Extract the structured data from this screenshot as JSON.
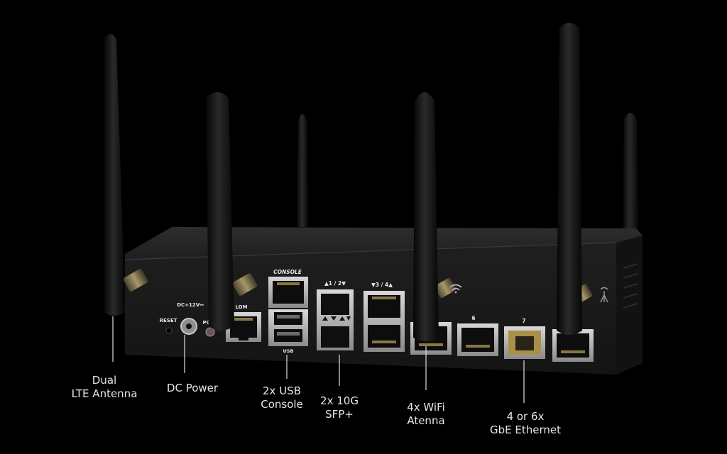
{
  "port_labels": {
    "console": "CONSOLE",
    "lom": "LOM",
    "usb": "USB",
    "reset": "RESET",
    "power": "POWER",
    "dc": "DC+12V⎓",
    "sfp": "▲1 / 2▼",
    "eth34": "▼3 / 4▲",
    "eth6": "6",
    "eth7": "7"
  },
  "callouts": {
    "lte": [
      "Dual",
      "LTE Antenna"
    ],
    "dc": [
      "DC Power"
    ],
    "usb": [
      "2x USB",
      "Console"
    ],
    "sfp": [
      "2x 10G",
      "SFP+"
    ],
    "wifi": [
      "4x WiFi",
      "Atenna"
    ],
    "ethernet": [
      "4 or 6x",
      "GbE Ethernet"
    ]
  },
  "icons": [
    "wifi-icon",
    "antenna-icon"
  ],
  "colors": {
    "background": "#000000",
    "chassis": "#1b1b1b",
    "chassis_top": "#262626",
    "antenna": "#0c0c0c",
    "port_silver": "#b9b9b9",
    "text": "#e6e6e6"
  }
}
